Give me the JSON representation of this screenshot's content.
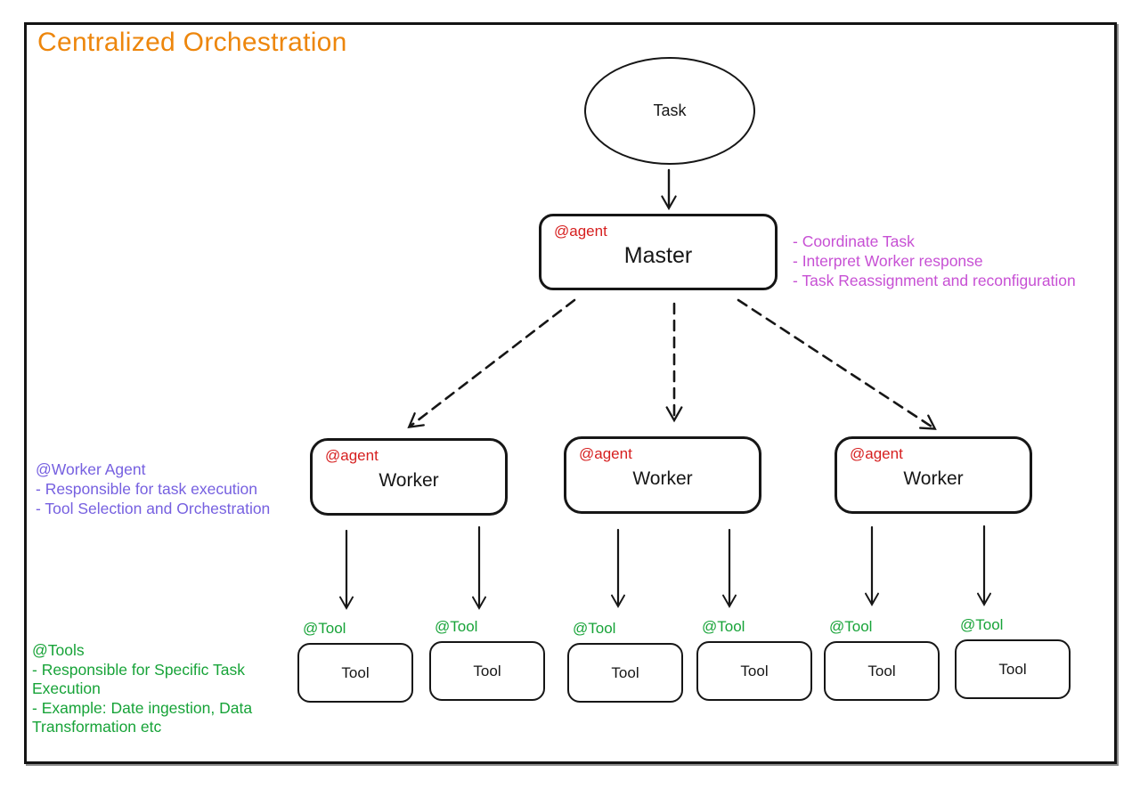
{
  "title": "Centralized Orchestration",
  "task": {
    "label": "Task"
  },
  "master": {
    "tag": "@agent",
    "label": "Master"
  },
  "master_notes": [
    "- Coordinate Task",
    "- Interpret Worker response",
    "- Task Reassignment and reconfiguration"
  ],
  "workers": [
    {
      "tag": "@agent",
      "label": "Worker"
    },
    {
      "tag": "@agent",
      "label": "Worker"
    },
    {
      "tag": "@agent",
      "label": "Worker"
    }
  ],
  "worker_notes": {
    "heading": "@Worker Agent",
    "lines": [
      "- Responsible for task execution",
      "- Tool Selection and Orchestration"
    ]
  },
  "tools": [
    {
      "tag": "@Tool",
      "label": "Tool"
    },
    {
      "tag": "@Tool",
      "label": "Tool"
    },
    {
      "tag": "@Tool",
      "label": "Tool"
    },
    {
      "tag": "@Tool",
      "label": "Tool"
    },
    {
      "tag": "@Tool",
      "label": "Tool"
    },
    {
      "tag": "@Tool",
      "label": "Tool"
    }
  ],
  "tool_notes": {
    "heading": "@Tools",
    "lines": [
      "- Responsible for Specific Task",
      "Execution",
      "- Example: Date ingestion, Data",
      "Transformation etc"
    ]
  },
  "colors": {
    "title_orange": "#ED860C",
    "agent_tag_red": "#D61F1F",
    "tool_tag_green": "#17A338",
    "master_notes_magenta": "#C750D4",
    "worker_notes_purple": "#7660E0",
    "ink": "#161616"
  }
}
